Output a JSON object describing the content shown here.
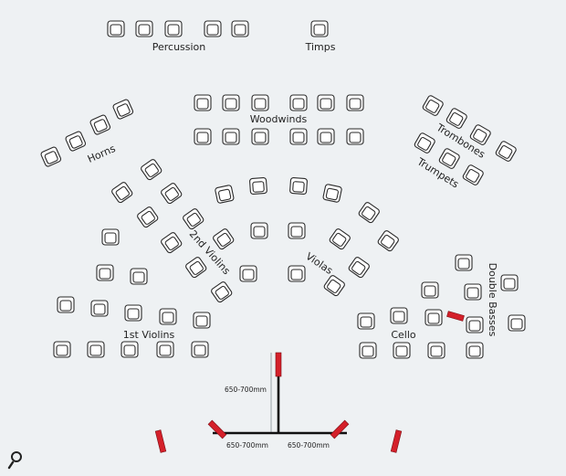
{
  "labels": {
    "percussion": "Percussion",
    "timps": "Timps",
    "woodwinds": "Woodwinds",
    "horns": "Horns",
    "trombones": "Trombones",
    "trumpets": "Trumpets",
    "second_violins": "2nd Violins",
    "violas": "Violas",
    "double_basses": "Double Basses",
    "first_violins": "1st Violins",
    "cello": "Cello"
  },
  "dimensions": {
    "vertical": "650-700mm",
    "left": "650-700mm",
    "right": "650-700mm"
  },
  "colors": {
    "background": "#eef1f3",
    "chair": "#ffffff",
    "outline": "#2a2a2a",
    "microphone": "#d4202a"
  },
  "icons": {
    "logo": "magnifier-logo-icon"
  }
}
